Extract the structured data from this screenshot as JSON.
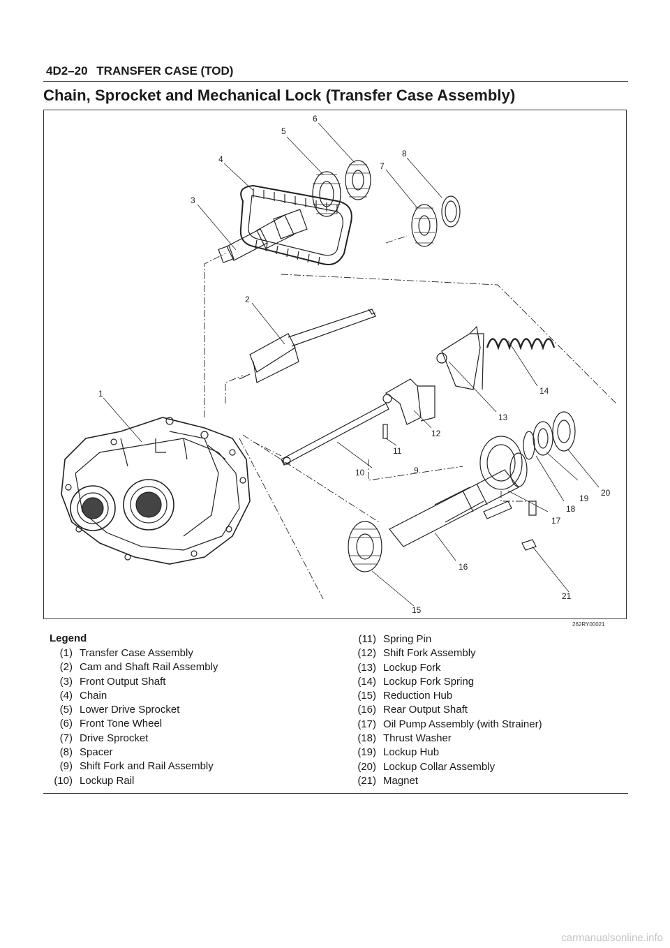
{
  "header": {
    "section": "4D2–20",
    "title": "TRANSFER CASE (TOD)"
  },
  "page_title": "Chain, Sprocket and Mechanical Lock (Transfer Case Assembly)",
  "figure": {
    "code": "262RY00021",
    "callouts": [
      "1",
      "2",
      "3",
      "4",
      "5",
      "6",
      "7",
      "8",
      "9",
      "10",
      "11",
      "12",
      "13",
      "14",
      "15",
      "16",
      "17",
      "18",
      "19",
      "20",
      "21"
    ]
  },
  "legend": {
    "title": "Legend",
    "items": [
      {
        "num": "(1)",
        "label": "Transfer Case Assembly"
      },
      {
        "num": "(2)",
        "label": "Cam and Shaft Rail Assembly"
      },
      {
        "num": "(3)",
        "label": "Front Output Shaft"
      },
      {
        "num": "(4)",
        "label": "Chain"
      },
      {
        "num": "(5)",
        "label": "Lower Drive Sprocket"
      },
      {
        "num": "(6)",
        "label": "Front Tone Wheel"
      },
      {
        "num": "(7)",
        "label": "Drive Sprocket"
      },
      {
        "num": "(8)",
        "label": "Spacer"
      },
      {
        "num": "(9)",
        "label": "Shift Fork and Rail Assembly"
      },
      {
        "num": "(10)",
        "label": "Lockup Rail"
      },
      {
        "num": "(11)",
        "label": "Spring Pin"
      },
      {
        "num": "(12)",
        "label": "Shift Fork Assembly"
      },
      {
        "num": "(13)",
        "label": "Lockup Fork"
      },
      {
        "num": "(14)",
        "label": "Lockup Fork Spring"
      },
      {
        "num": "(15)",
        "label": "Reduction Hub"
      },
      {
        "num": "(16)",
        "label": "Rear Output Shaft"
      },
      {
        "num": "(17)",
        "label": "Oil Pump Assembly (with Strainer)"
      },
      {
        "num": "(18)",
        "label": "Thrust Washer"
      },
      {
        "num": "(19)",
        "label": "Lockup Hub"
      },
      {
        "num": "(20)",
        "label": "Lockup Collar Assembly"
      },
      {
        "num": "(21)",
        "label": "Magnet"
      }
    ]
  },
  "watermark": "carmanualsonline.info"
}
